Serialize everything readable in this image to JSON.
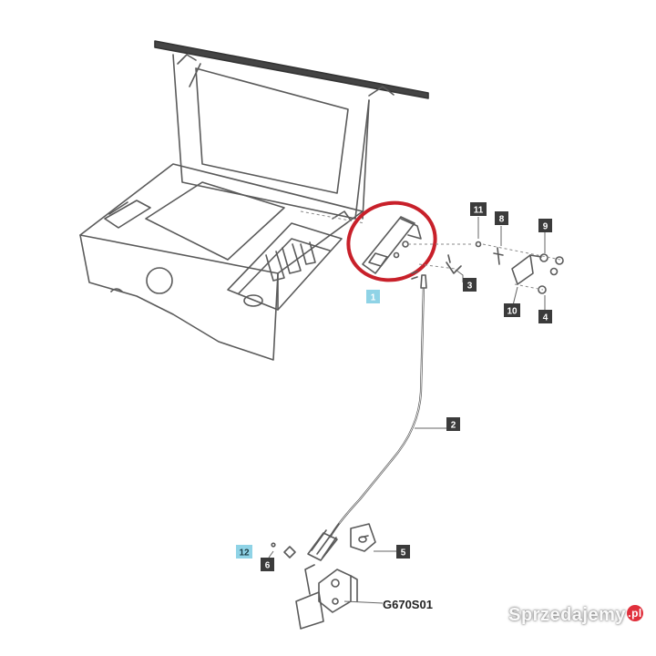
{
  "callouts": [
    {
      "id": "c1",
      "label": "1",
      "style": "light"
    },
    {
      "id": "c2",
      "label": "2",
      "style": "dark"
    },
    {
      "id": "c3",
      "label": "3",
      "style": "dark"
    },
    {
      "id": "c4",
      "label": "4",
      "style": "dark"
    },
    {
      "id": "c5",
      "label": "5",
      "style": "dark"
    },
    {
      "id": "c6",
      "label": "6",
      "style": "dark"
    },
    {
      "id": "c8",
      "label": "8",
      "style": "dark"
    },
    {
      "id": "c9",
      "label": "9",
      "style": "dark"
    },
    {
      "id": "c10",
      "label": "10",
      "style": "dark"
    },
    {
      "id": "c11",
      "label": "11",
      "style": "dark"
    },
    {
      "id": "c12",
      "label": "12",
      "style": "light"
    }
  ],
  "diagram_code": "G670S01",
  "highlight_color": "#c8202a",
  "watermark": {
    "text": "Sprzedajemy",
    "badge": ".pl"
  }
}
